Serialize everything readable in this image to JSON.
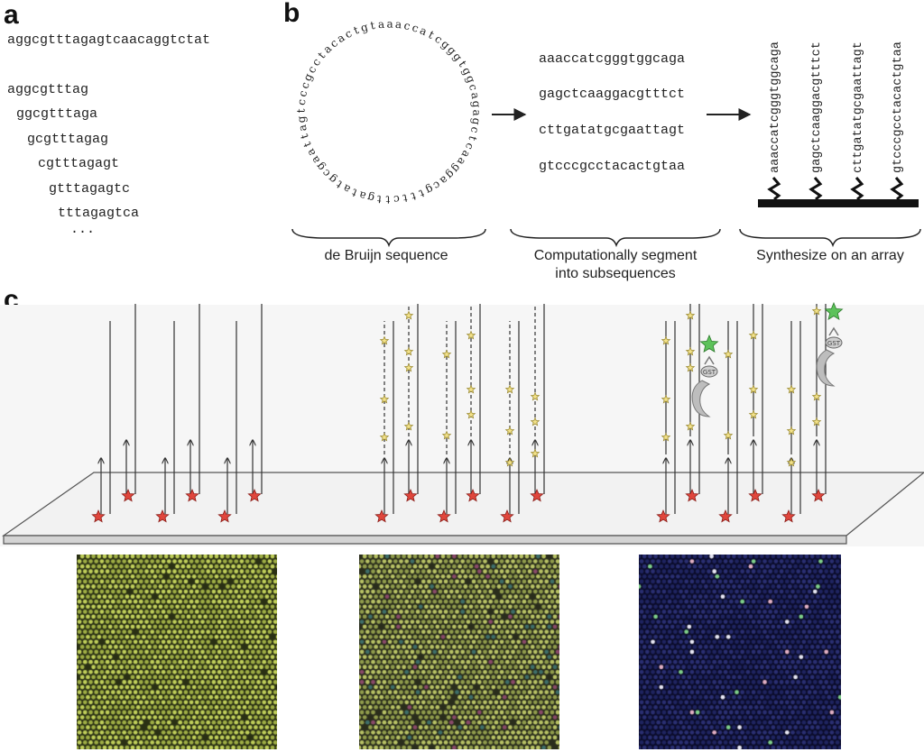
{
  "panel_a": {
    "letter": "a",
    "full_sequence": "aggcgtttagagtcaacaggtctat",
    "kmers": [
      "aggcgtttag",
      "ggcgtttaga",
      "gcgtttagag",
      "cgtttagagt",
      "gtttagagtc",
      "tttagagtca"
    ],
    "ellipsis": "..."
  },
  "panel_b": {
    "letter": "b",
    "circle_sequence": "aaaccatcgggtggcagagctcaaggacgtttcttgatatgcgaattagtcccgcctacactgt",
    "subsequences": [
      "aaaccatcgggtggcaga",
      "gagctcaaggacgtttct",
      "cttgatatgcgaattagt",
      "gtcccgcctacactgtaa"
    ],
    "captions": {
      "de_bruijn": "de Bruijn sequence",
      "segment_line1": "Computationally segment",
      "segment_line2": "into subsequences",
      "synthesize": "Synthesize on an array"
    }
  },
  "panel_c": {
    "letter": "c",
    "protein_label": "GST",
    "colors": {
      "red_star": "#e0463c",
      "yellow_star": "#f3e28a",
      "green_star": "#5cc25a",
      "protein": "#bdbdbd",
      "slide": "#f2f2f2"
    },
    "scan_images": [
      {
        "name": "scan-1",
        "background": "#2a3014",
        "spot": "#b8c855"
      },
      {
        "name": "scan-2",
        "background": "#2a2d1c",
        "spot": "#a9b460"
      },
      {
        "name": "scan-3",
        "background": "#0b0c2a",
        "spot": "#2b3070"
      }
    ]
  }
}
